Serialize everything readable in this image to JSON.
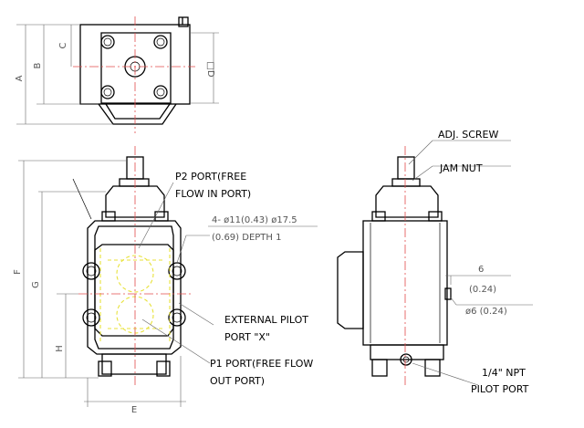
{
  "dimension_letters": {
    "a": "A",
    "b": "B",
    "c": "C",
    "d": "□D",
    "e": "E",
    "f": "F",
    "g": "G",
    "h": "H"
  },
  "labels": {
    "p2_port_line1": "P2 PORT(FREE",
    "p2_port_line2": "FLOW IN PORT)",
    "holes_line1": "4- ø11(0.43) ø17.5",
    "holes_line2": "(0.69) DEPTH  1",
    "ext_pilot_line1": "EXTERNAL PILOT",
    "ext_pilot_line2": "PORT \"X\"",
    "p1_port_line1": "P1 PORT(FREE FLOW",
    "p1_port_line2": "OUT PORT)",
    "adj_screw": "ADJ. SCREW",
    "jam_nut": "JAM NUT",
    "dim_6": "6",
    "dim_6_in": "(0.24)",
    "dim_phi6": "ø6 (0.24)",
    "npt_line1": "1/4\" NPT",
    "npt_line2": "PILOT PORT"
  },
  "colors": {
    "line": "#000000",
    "center_line": "#e24b4b",
    "hidden_line": "#e8e23a",
    "dimension": "#666666"
  }
}
